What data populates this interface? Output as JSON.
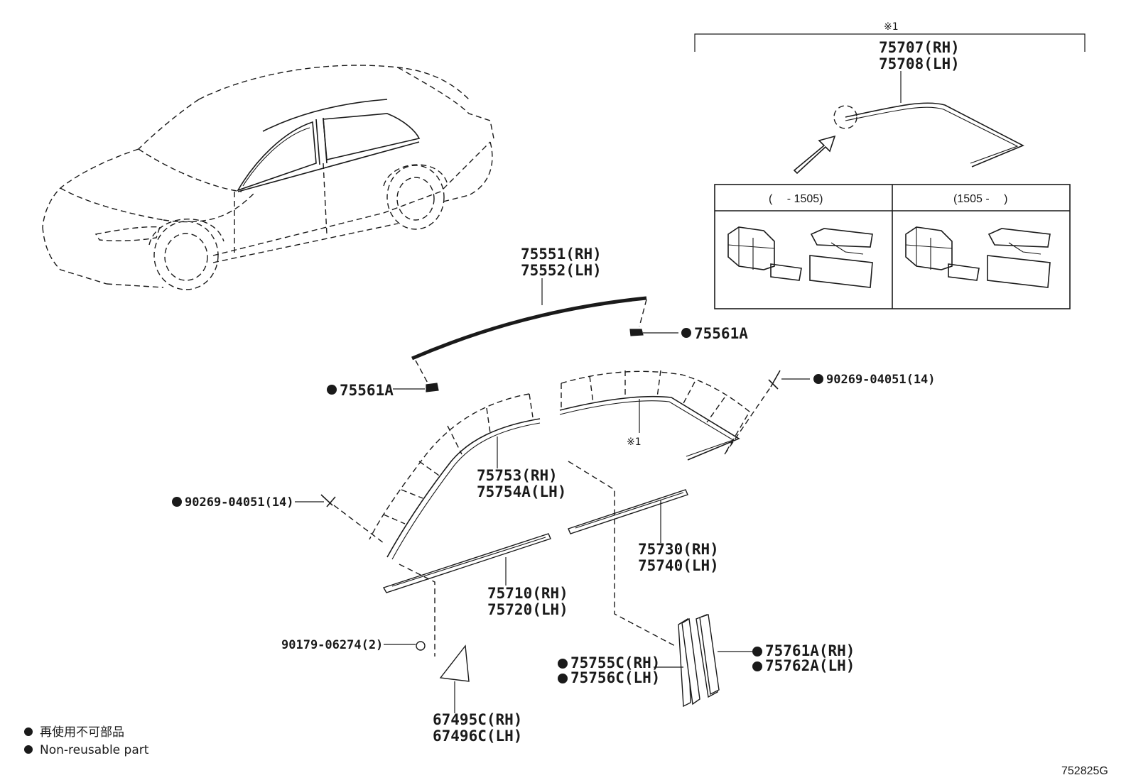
{
  "diagram": {
    "note_mark": "※1",
    "labels": {
      "p75707": "75707(RH)",
      "p75708": "75708(LH)",
      "p75551": "75551(RH)",
      "p75552": "75552(LH)",
      "p75561a_right": "75561A",
      "p75561a_left": "75561A",
      "p90269_right": "90269-04051(14)",
      "p90269_left": "90269-04051(14)",
      "p75753": "75753(RH)",
      "p75754a": "75754A(LH)",
      "p75730": "75730(RH)",
      "p75740": "75740(LH)",
      "p75710": "75710(RH)",
      "p75720": "75720(LH)",
      "p90179": "90179-06274(2)",
      "p75761a": "75761A(RH)",
      "p75762a": "75762A(LH)",
      "p75755c": "75755C(RH)",
      "p75756c": "75756C(LH)",
      "p67495c": "67495C(RH)",
      "p67496c": "67496C(LH)"
    },
    "detail_table": {
      "col1_header": "(　 - 1505)",
      "col2_header": "(1505 -　 )"
    },
    "legend": {
      "line1": "再使用不可部品",
      "line2": "Non-reusable part"
    },
    "code": "752825G"
  }
}
